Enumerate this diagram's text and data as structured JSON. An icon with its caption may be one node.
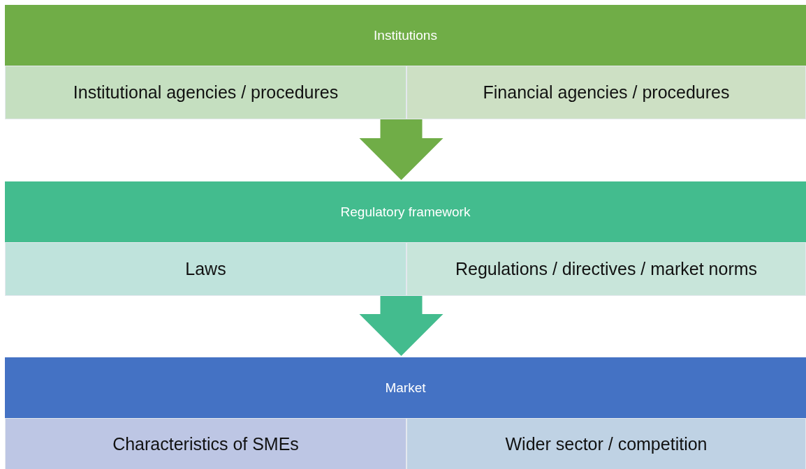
{
  "diagram": {
    "nodes": [
      {
        "text": [
          "Institutions"
        ]
      },
      {
        "text": [
          "Institutional agencies / procedures"
        ],
        "in": 0
      },
      {
        "text": [
          "Financial agencies / procedures"
        ],
        "in": 0
      },
      {
        "text": [
          "Regulatory framework"
        ]
      },
      {
        "text": [
          "Laws"
        ],
        "in": 3
      },
      {
        "text": [
          "Regulations / directives / market norms"
        ],
        "in": 3
      },
      {
        "text": [
          "Market"
        ]
      },
      {
        "text": [
          "Characteristics of SMEs"
        ],
        "in": 6
      },
      {
        "text": [
          "Wider sector / competition"
        ],
        "in": 6
      }
    ],
    "edges": [
      {
        "from": 0,
        "to": 3,
        "arrow": "to",
        "style": "thick",
        "color": "#70ad47"
      },
      {
        "from": 3,
        "to": 6,
        "arrow": "to",
        "style": "thick",
        "color": "#43bc8e"
      }
    ]
  }
}
